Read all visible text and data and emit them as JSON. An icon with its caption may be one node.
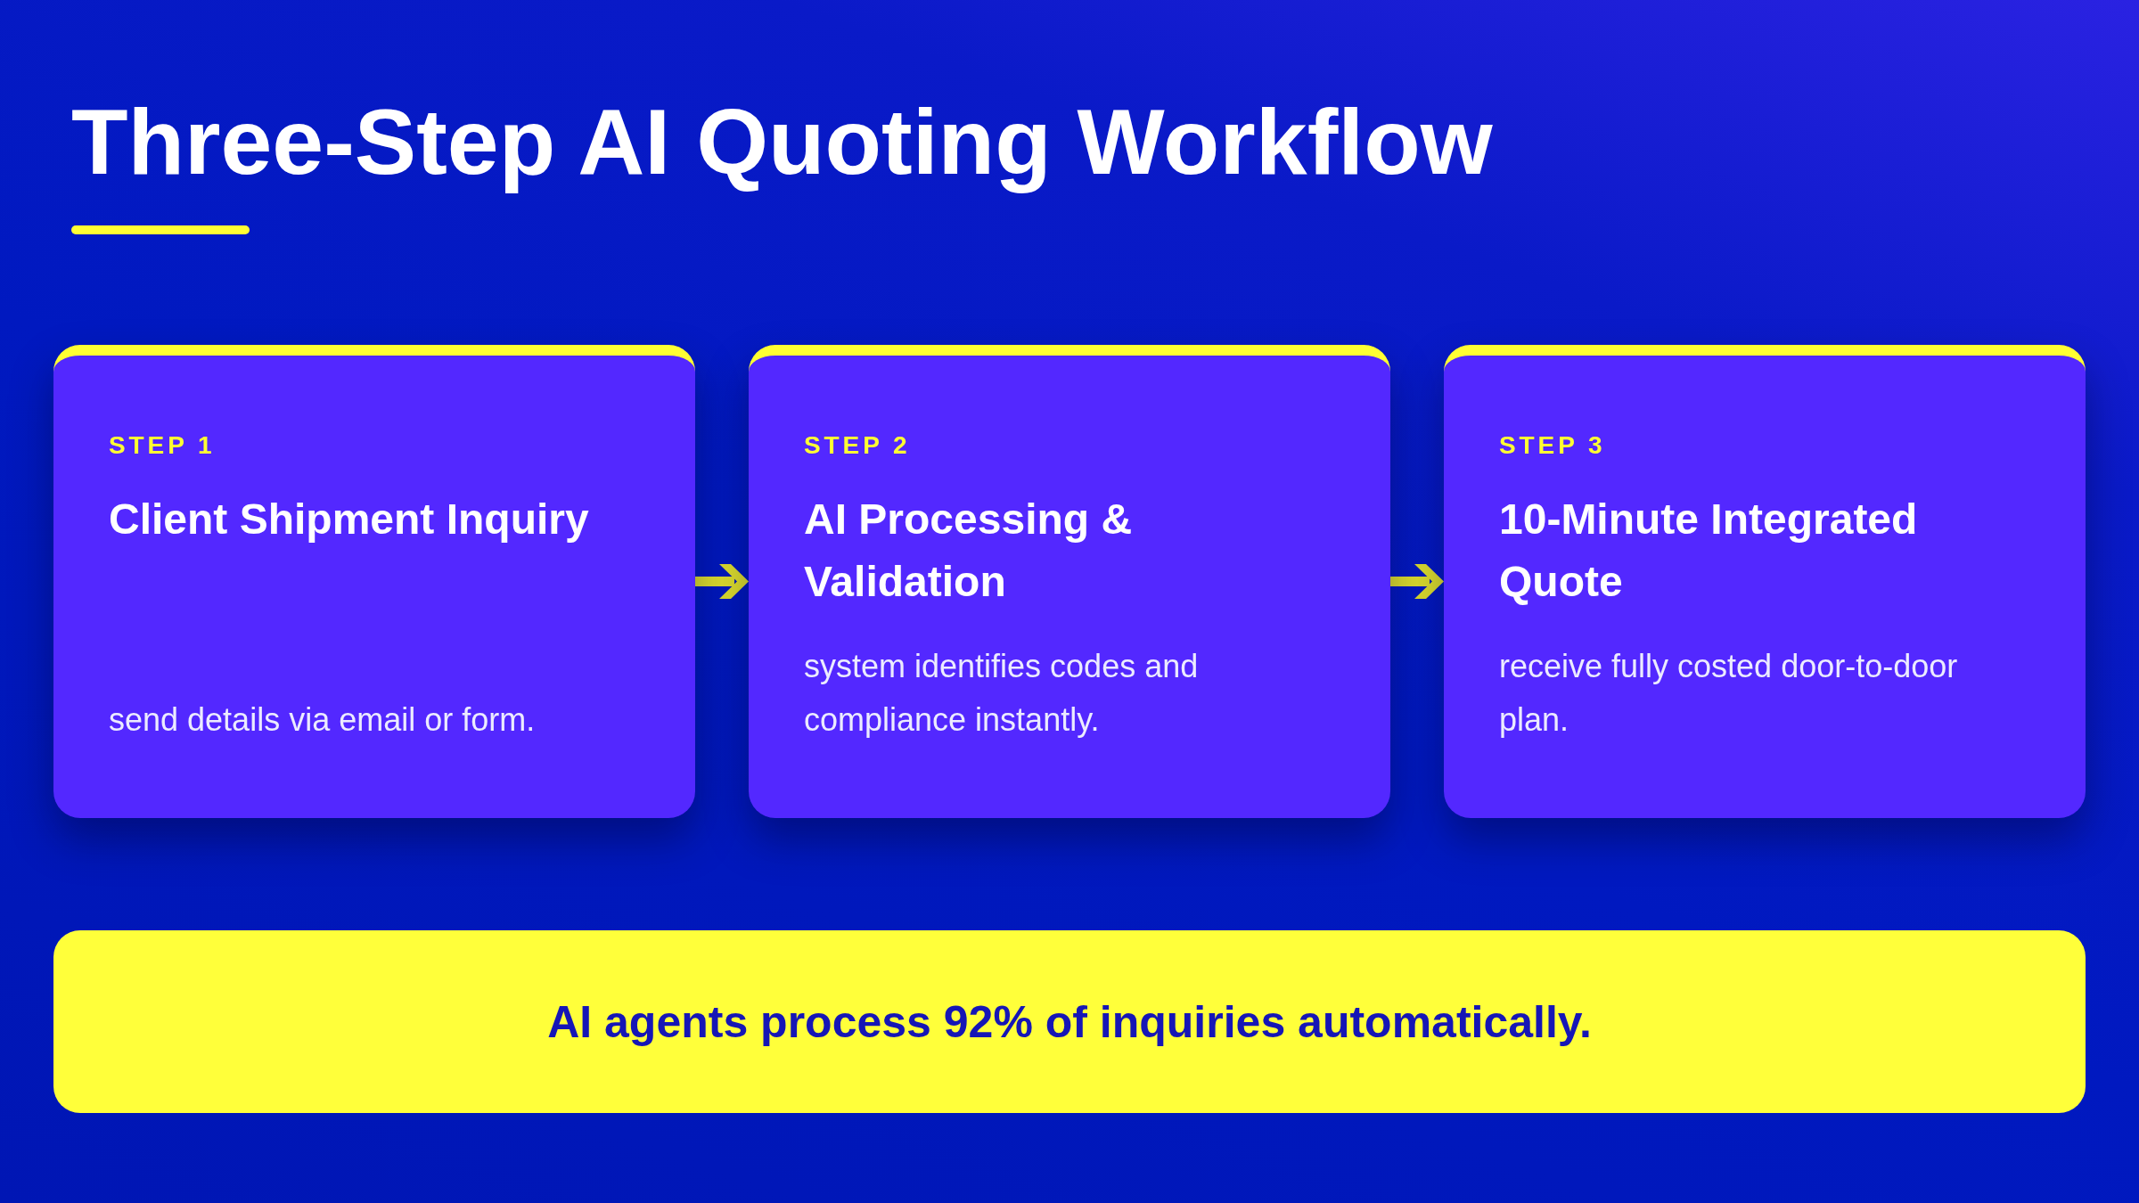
{
  "diagram": {
    "title": "Three-Step AI Quoting Workflow",
    "nodes": [
      {
        "text": [
          "STEP 1",
          "Client Shipment Inquiry",
          "send details via email or form."
        ]
      },
      {
        "text": [
          "STEP 2",
          "AI Processing & Validation",
          "system identifies codes and compliance instantly."
        ]
      },
      {
        "text": [
          "STEP 3",
          "10-Minute Integrated Quote",
          "receive fully costed door-to-door plan."
        ]
      },
      {
        "text": [
          "AI agents process 92% of inquiries automatically."
        ]
      }
    ],
    "edges": [
      {
        "from": 0,
        "to": 1,
        "arrow": "to"
      },
      {
        "from": 1,
        "to": 2,
        "arrow": "to"
      }
    ]
  }
}
